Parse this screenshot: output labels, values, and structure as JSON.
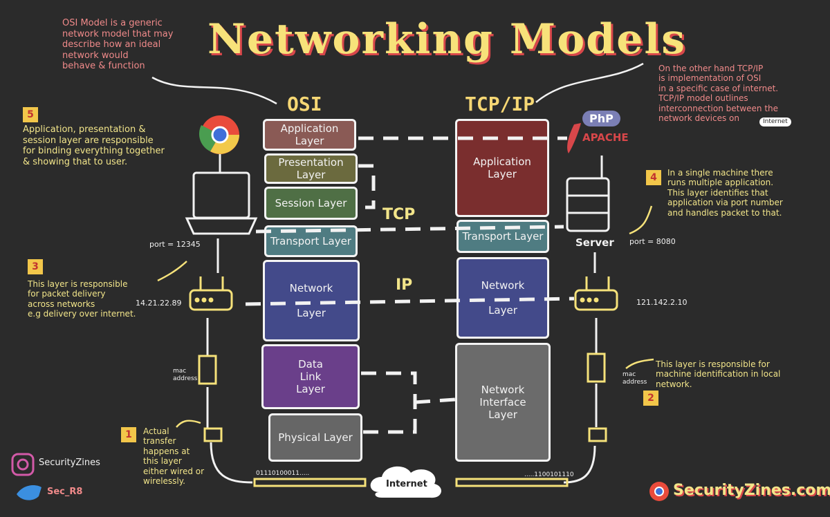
{
  "title": "Networking Models",
  "osi": {
    "heading": "OSI",
    "layers": [
      {
        "label": "Application\nLayer",
        "color": "#8a5a55"
      },
      {
        "label": "Presentation Layer",
        "color": "#6b6a3e"
      },
      {
        "label": "Session Layer",
        "color": "#4f6f45"
      },
      {
        "label": "Transport Layer",
        "color": "#4f7c82"
      },
      {
        "label": "Network\n\nLayer",
        "color": "#434a8a"
      },
      {
        "label": "Data\nLink\nLayer",
        "color": "#6a3f8a"
      },
      {
        "label": "Physical Layer",
        "color": "#666666"
      }
    ]
  },
  "tcpip": {
    "heading": "TCP/IP",
    "layers": [
      {
        "label": "Application\nLayer",
        "color": "#7a2e2e"
      },
      {
        "label": "Transport Layer",
        "color": "#4f7c82"
      },
      {
        "label": "Network\n\nLayer",
        "color": "#434a8a"
      },
      {
        "label": "Network\nInterface\nLayer",
        "color": "#6b6b6b"
      }
    ]
  },
  "protocol_labels": {
    "tcp": "TCP",
    "ip": "IP"
  },
  "notes": {
    "osi_desc": "OSI Model is a generic\nnetwork model that may\ndescribe how an ideal\nnetwork would\nbehave & function",
    "tcpip_desc": "On the other hand TCP/IP\nis implementation of OSI\nin a specific case of internet.\nTCP/IP model outlines\ninterconnection between the\nnetwork devices on",
    "tcpip_desc_tag": "Internet",
    "note5": "Application, presentation &\nsession layer are responsible\nfor binding everything together\n& showing that to user.",
    "note4": "In a single machine there\nruns multiple application.\nThis layer identifies that\napplication via port number\nand handles packet to that.",
    "note3": "This layer is responsible\nfor packet delivery\nacross networks\ne.g delivery over internet.",
    "note2": "This layer is responsible for\nmachine identification in local\nnetwork.",
    "note1": "Actual\ntransfer\nhappens at\nthis layer\neither wired or\nwirelessly."
  },
  "badges": {
    "b1": "1",
    "b2": "2",
    "b3": "3",
    "b4": "4",
    "b5": "5"
  },
  "labels": {
    "port_left": "port = 12345",
    "port_right": "port = 8080",
    "ip_left": "14.21.22.89",
    "ip_right": "121.142.2.10",
    "mac_left": "mac\naddress",
    "mac_right": "mac\naddress",
    "server": "Server",
    "internet": "Internet",
    "bits_left": "01110100011.....",
    "bits_right": ".....1100101110",
    "php": "PhP",
    "apache": "APACHE"
  },
  "brand": {
    "instagram": "SecurityZines",
    "twitter": "Sec_R8",
    "site": "SecurityZines.com"
  },
  "colors": {
    "accent": "#f7e27a",
    "note_pink": "#f08a8a",
    "note_yellow": "#f2e58a",
    "background": "#2b2b2b"
  }
}
